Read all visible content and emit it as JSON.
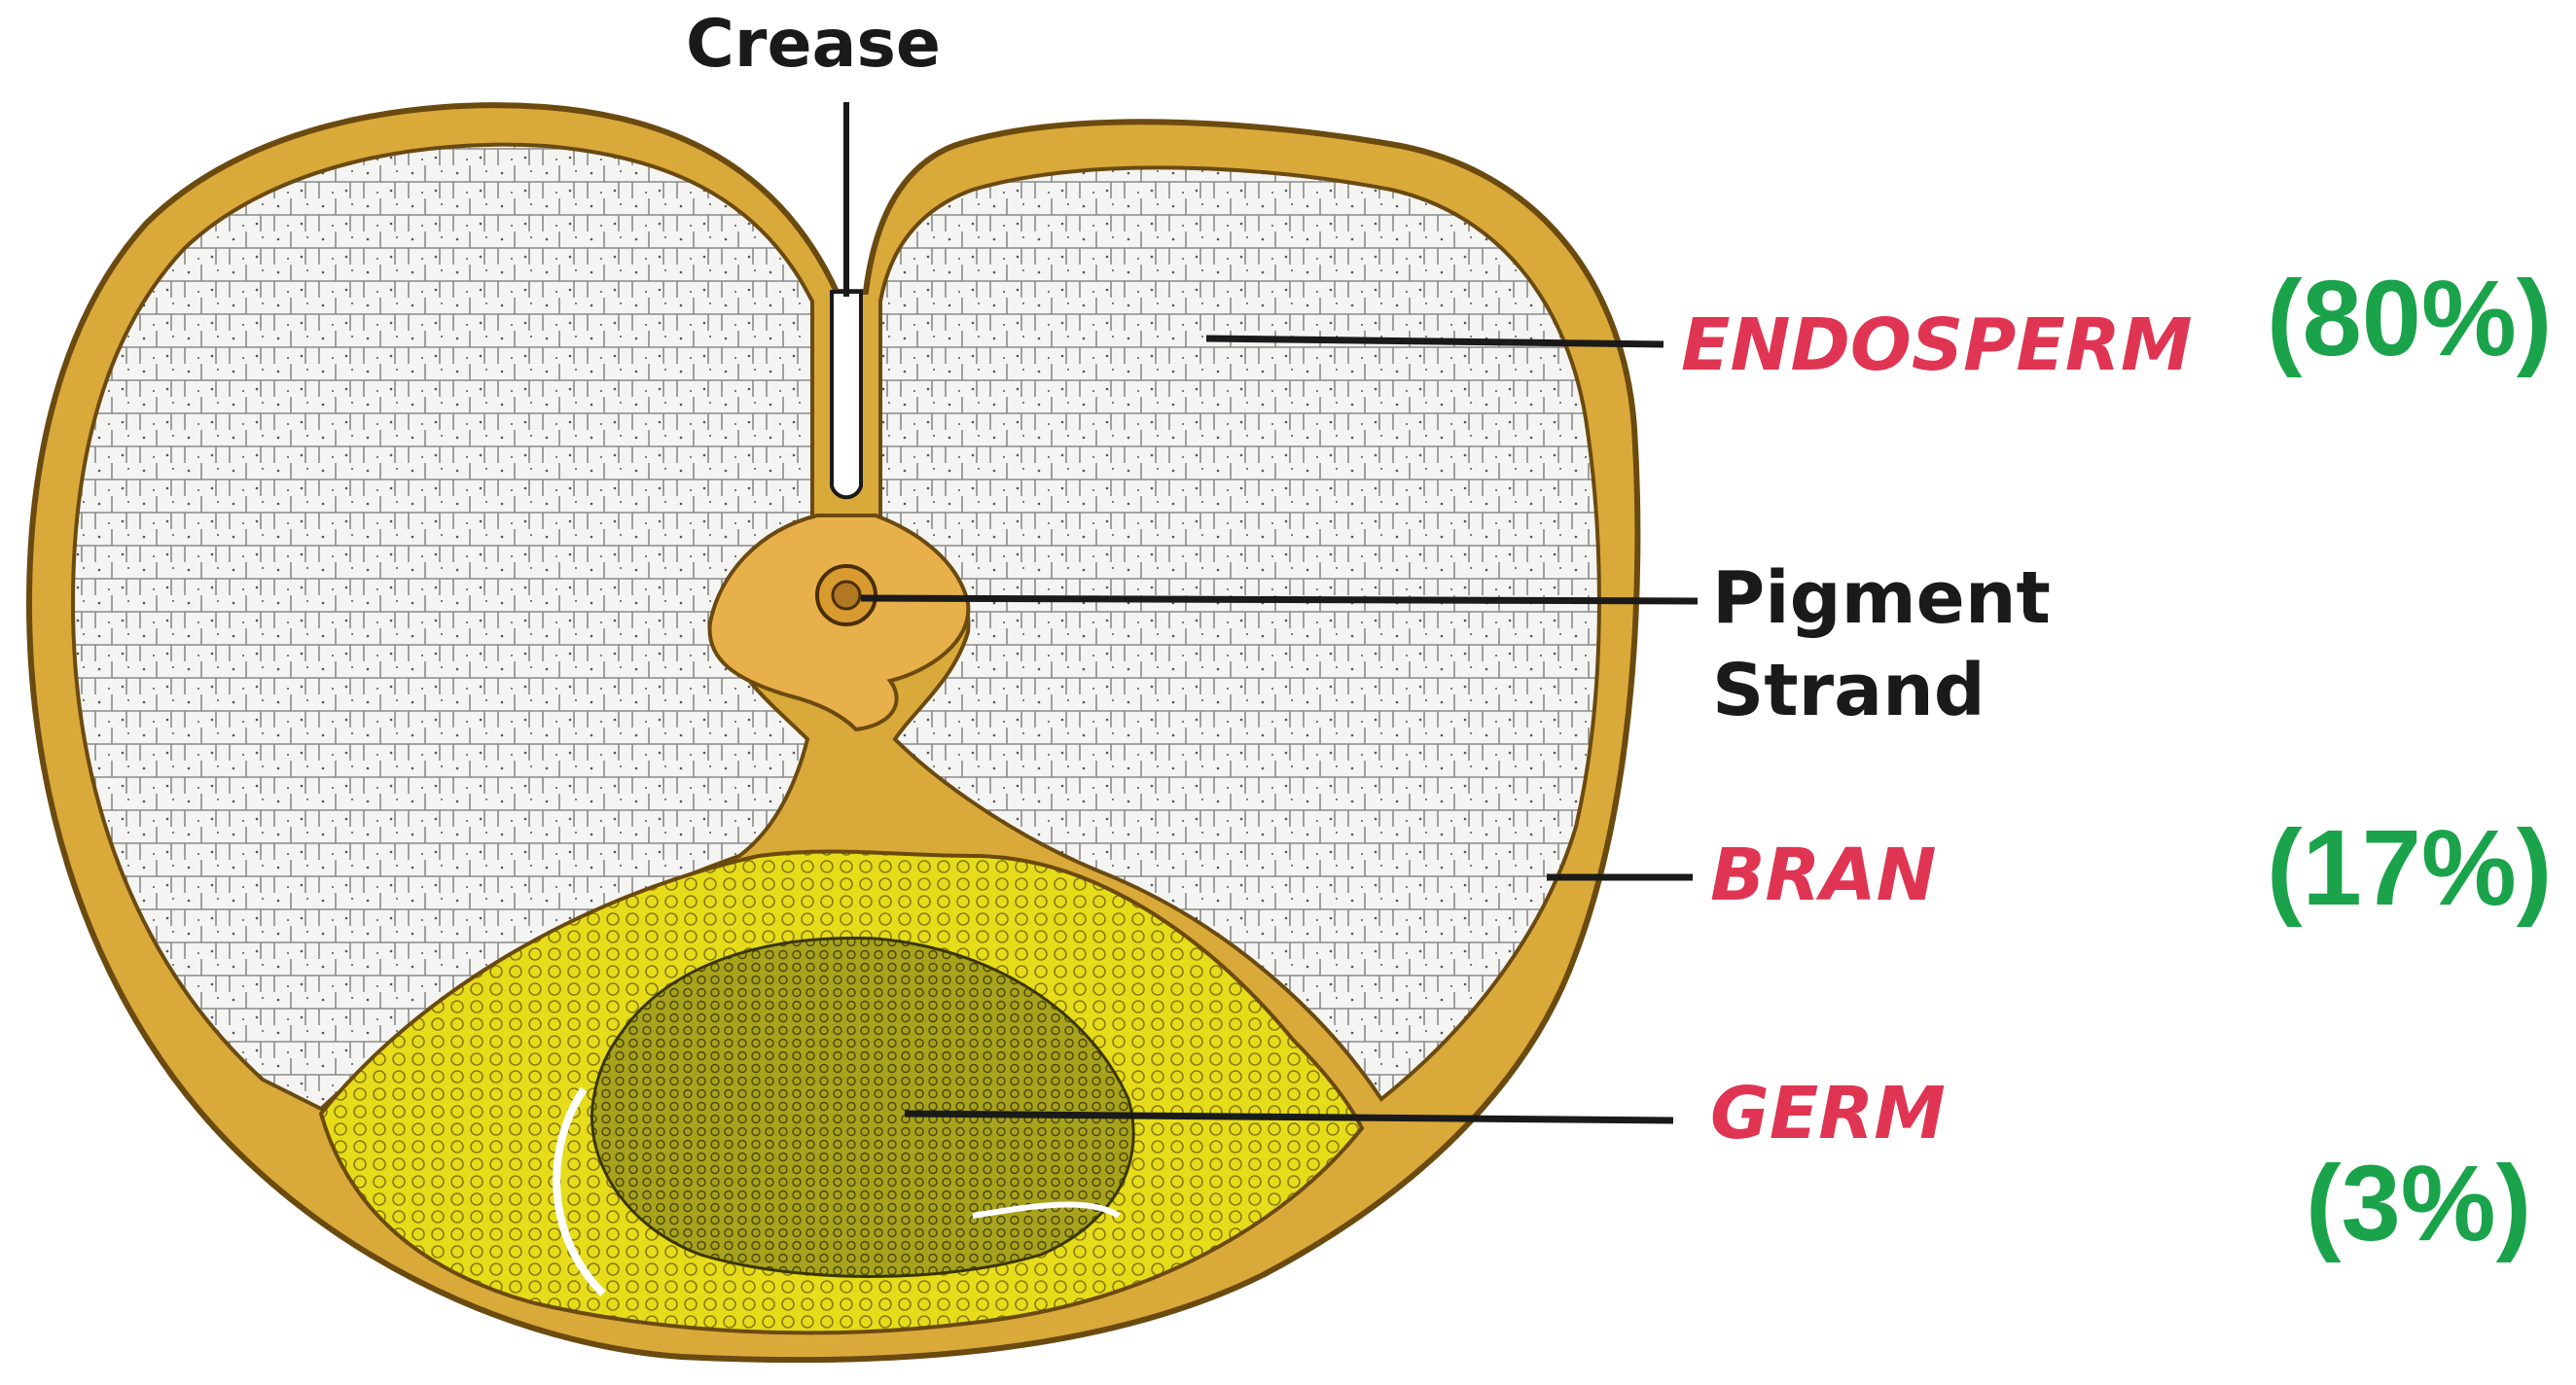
{
  "labels": {
    "crease": "Crease",
    "endosperm": "ENDOSPERM",
    "pigment_line1": "Pigment",
    "pigment_line2": "Strand",
    "bran": "BRAN",
    "germ": "GERM"
  },
  "percentages": {
    "endosperm": "(80%)",
    "bran": "(17%)",
    "germ": "(3%)"
  },
  "colors": {
    "part_label": "#e03552",
    "structure_label": "#1a1a1a",
    "percentage": "#1aa34a",
    "bran_layer": "#d9a93a",
    "bran_edge": "#6b4a10",
    "endosperm_fill": "#f4f4f2",
    "germ_fill": "#e6dc1a",
    "germ_core": "#9a9a1e",
    "pigment_fill": "#e8b04a"
  }
}
